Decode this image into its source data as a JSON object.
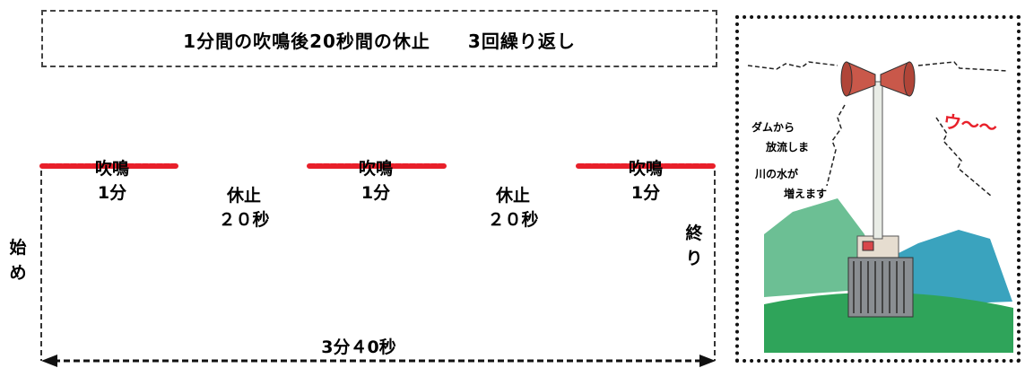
{
  "header": {
    "text": "1分間の吹鳴後20秒間の休止　　3回繰り返し"
  },
  "timeline": {
    "blow_label": "吹鳴",
    "blow_duration": "1分",
    "rest_label": "休止",
    "rest_duration": "２０秒",
    "start_label": "始め",
    "end_label": "終り",
    "total_duration": "3分４0秒",
    "segments": [
      "blow",
      "rest",
      "blow",
      "rest",
      "blow"
    ]
  },
  "illustration": {
    "speech_lines": [
      "ダムから",
      "放流しま",
      "川の水が",
      "増えます"
    ],
    "sound": "ウ〜〜"
  },
  "colors": {
    "blow_line": "#e8202a",
    "sky_mountain": "#6cbf94",
    "mountain_blue": "#3aa3be",
    "ground": "#2fa45a",
    "siren": "#c9584a"
  }
}
